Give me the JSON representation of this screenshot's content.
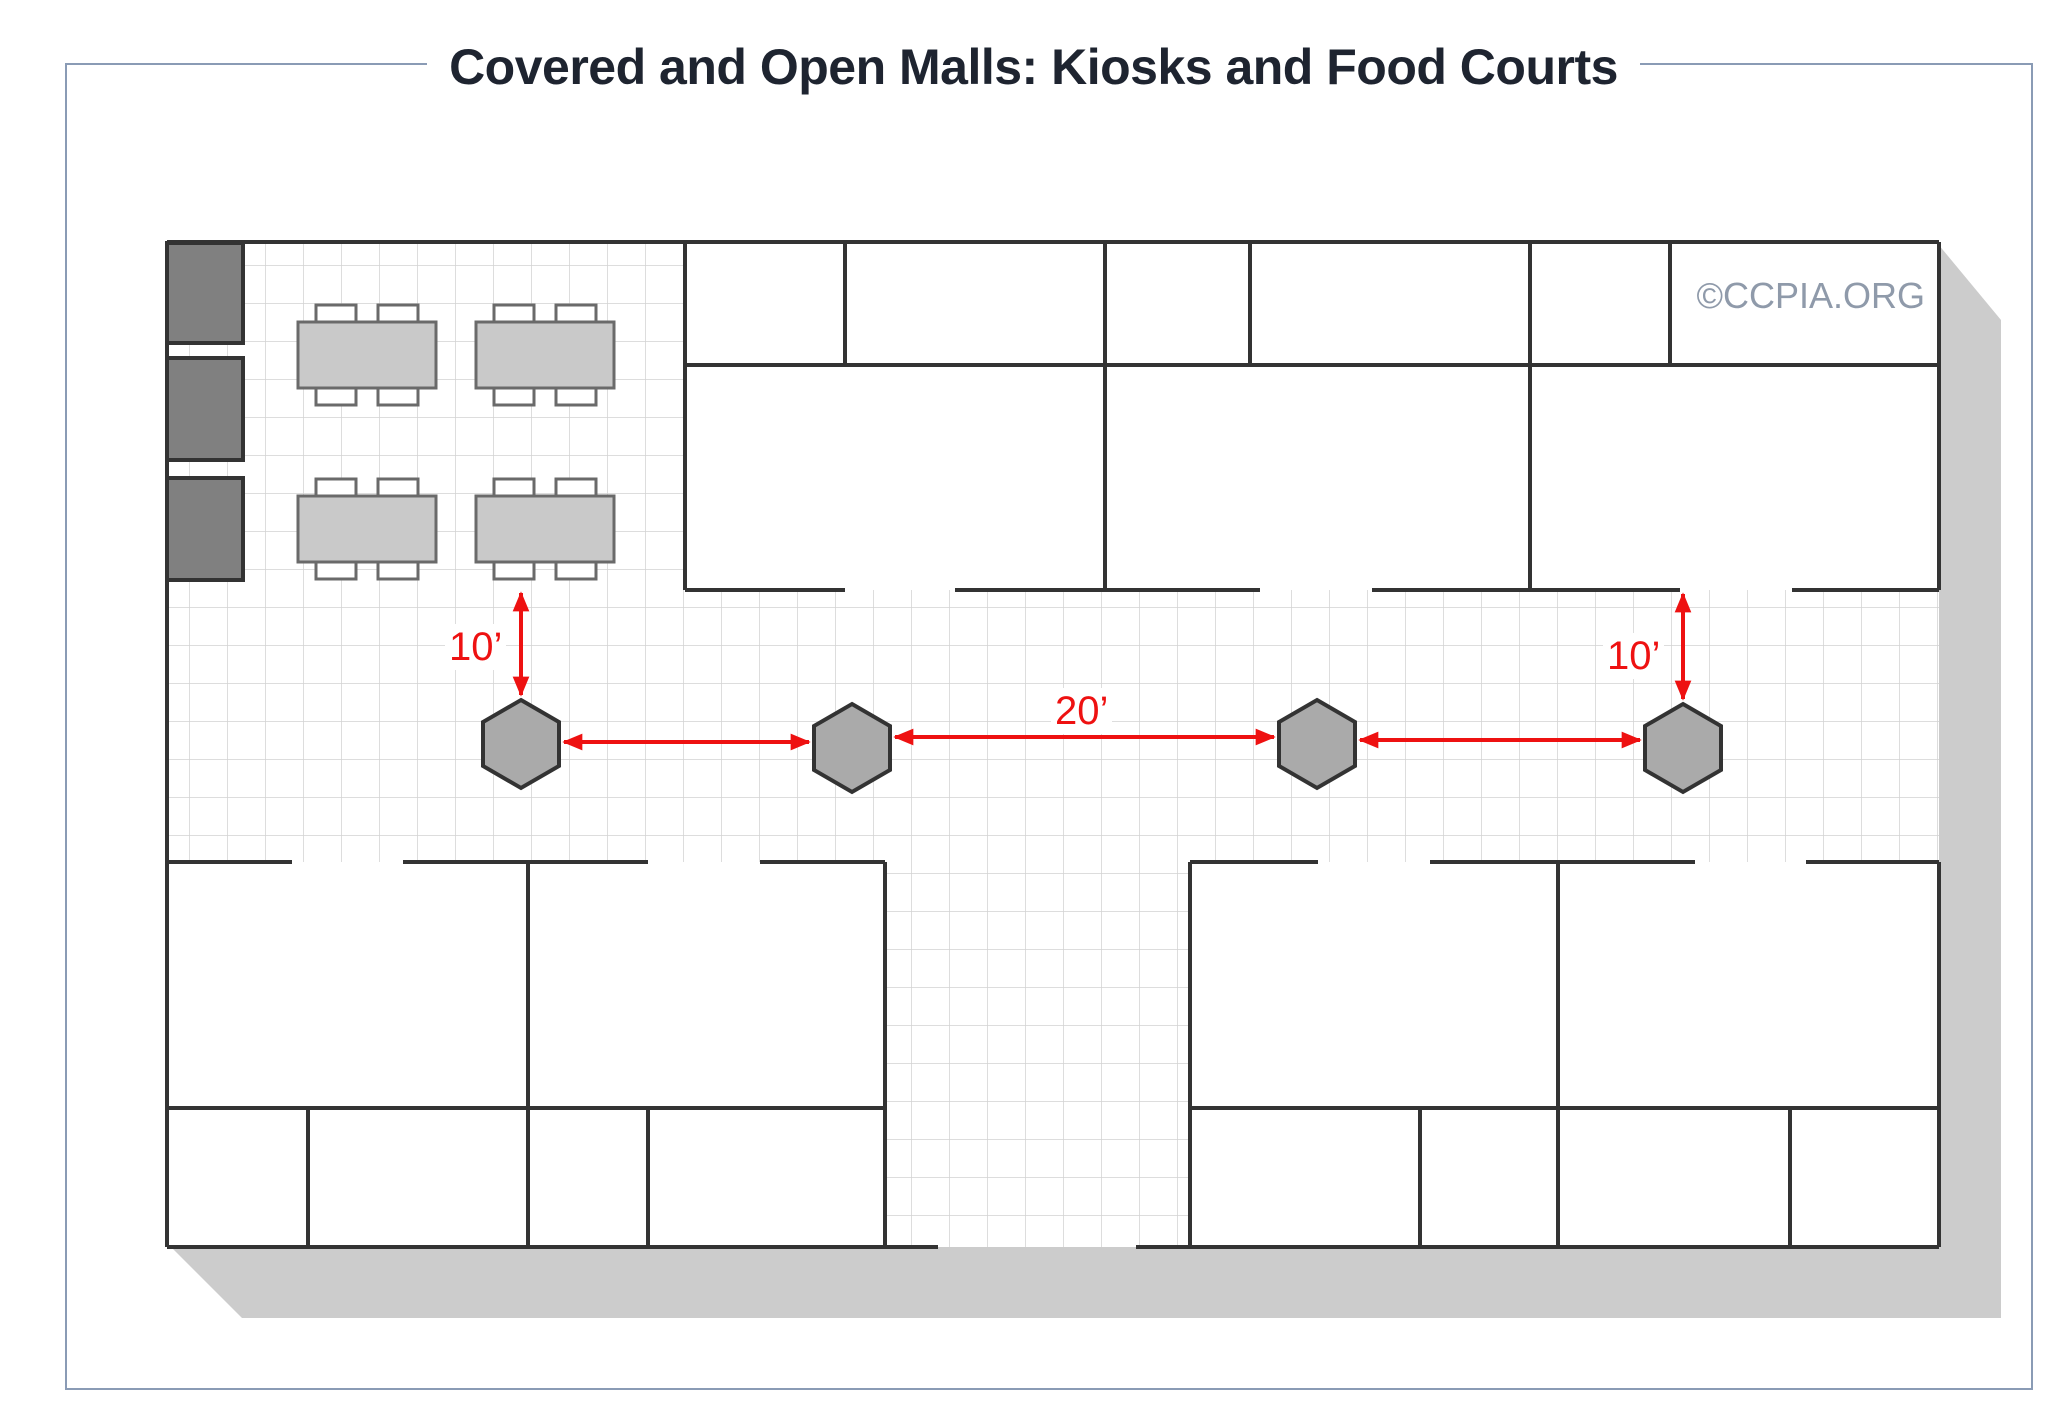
{
  "title": "Covered and Open Malls: Kiosks and Food Courts",
  "copyright": "©CCPIA.ORG",
  "dimensions": {
    "left_clearance": "10’",
    "kiosk_spacing": "20’",
    "right_clearance": "10’"
  },
  "colors": {
    "dimension_arrows": "#ee1111",
    "walls": "#333333",
    "kiosks": "#aaaaaa",
    "tables": "#c9c9c9",
    "food_counters": "#808080",
    "shadow": "#cccccc",
    "frame": "#8a9bb5"
  }
}
